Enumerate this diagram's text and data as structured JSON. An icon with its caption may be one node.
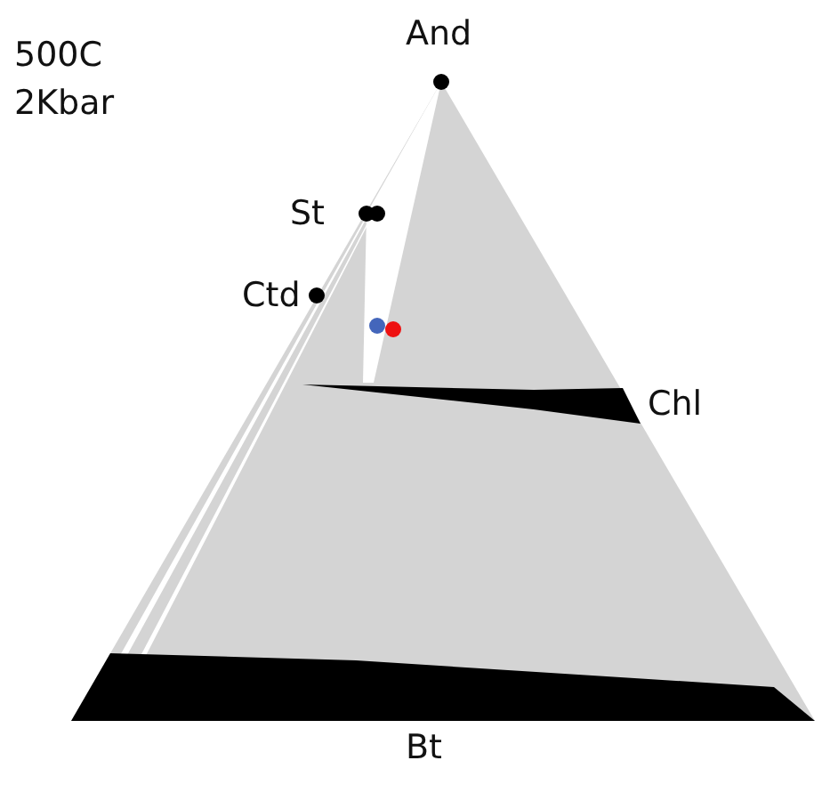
{
  "diagram": {
    "labels": [
      "500C",
      "2Kbar",
      "And",
      "St",
      "Ctd",
      "Chl",
      "Bt"
    ]
  }
}
